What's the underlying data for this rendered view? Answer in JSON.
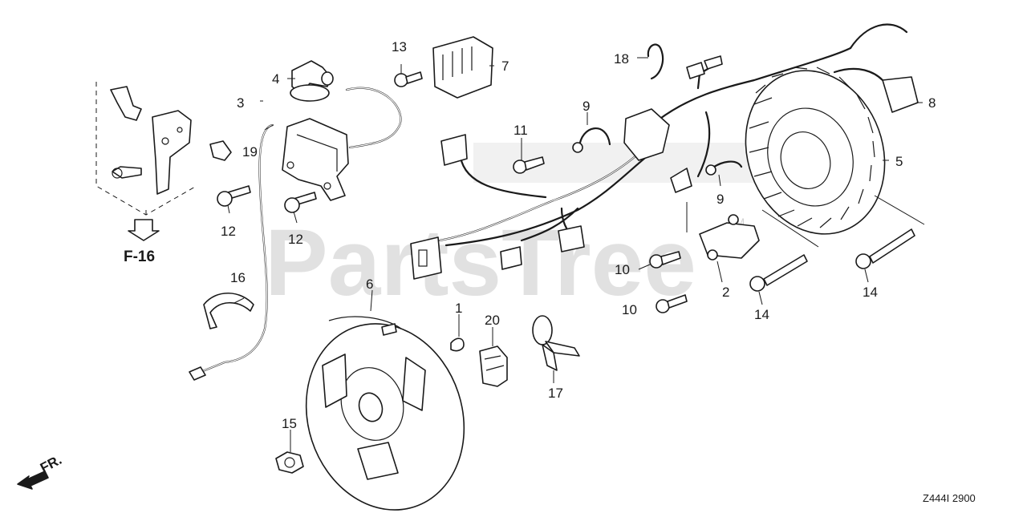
{
  "watermark": {
    "text": "PartsTree",
    "trademark": "TM"
  },
  "page_ref": "F-16",
  "direction_label": "FR.",
  "diagram_code": "Z444I 2900",
  "callouts": [
    "1",
    "2",
    "3",
    "4",
    "5",
    "6",
    "7",
    "8",
    "9",
    "9",
    "10",
    "10",
    "11",
    "12",
    "12",
    "13",
    "14",
    "14",
    "15",
    "16",
    "17",
    "18",
    "19",
    "20"
  ],
  "colors": {
    "line": "#1a1a1a",
    "watermark": "#c9c9c9",
    "background": "#ffffff"
  }
}
